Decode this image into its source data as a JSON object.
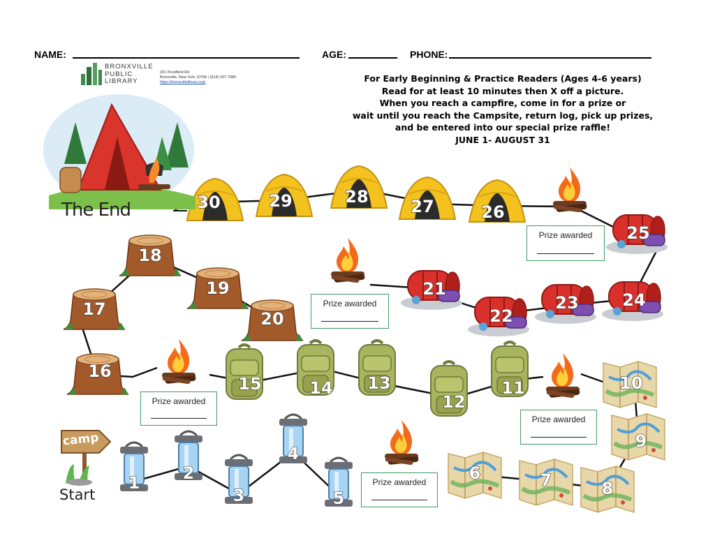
{
  "header": {
    "name_label": "NAME:",
    "age_label": "AGE:",
    "phone_label": "PHONE:"
  },
  "library": {
    "name_lines": [
      "BRONXVILLE",
      "PUBLIC",
      "LIBRARY"
    ],
    "address_line1": "201 Pondfield Rd.",
    "address_line2": "Bronxville, New York 10708 | (914) 337-7680",
    "url": "https://bronxvillelibrary.org/"
  },
  "instructions": [
    "For Early Beginning & Practice Readers (Ages 4-6 years)",
    "Read for at least 10 minutes then X off a picture.",
    "When you reach a campfire, come in for a prize or",
    "wait until you reach the Campsite, return log, pick up prizes,",
    "and be entered into our special prize raffle!",
    "JUNE 1- AUGUST 31"
  ],
  "prize_label": "Prize awarded",
  "start_label": "Start",
  "camp_sign": "camp",
  "end_label": "The End",
  "steps": [
    {
      "n": "1",
      "kind": "lantern"
    },
    {
      "n": "2",
      "kind": "lantern"
    },
    {
      "n": "3",
      "kind": "lantern"
    },
    {
      "n": "4",
      "kind": "lantern"
    },
    {
      "n": "5",
      "kind": "lantern"
    },
    {
      "n": "6",
      "kind": "map"
    },
    {
      "n": "7",
      "kind": "map"
    },
    {
      "n": "8",
      "kind": "map"
    },
    {
      "n": "9",
      "kind": "map"
    },
    {
      "n": "10",
      "kind": "map"
    },
    {
      "n": "11",
      "kind": "backpack"
    },
    {
      "n": "12",
      "kind": "backpack"
    },
    {
      "n": "13",
      "kind": "backpack"
    },
    {
      "n": "14",
      "kind": "backpack"
    },
    {
      "n": "15",
      "kind": "backpack"
    },
    {
      "n": "16",
      "kind": "stump"
    },
    {
      "n": "17",
      "kind": "stump"
    },
    {
      "n": "18",
      "kind": "stump"
    },
    {
      "n": "19",
      "kind": "stump"
    },
    {
      "n": "20",
      "kind": "stump"
    },
    {
      "n": "21",
      "kind": "sleepingbag"
    },
    {
      "n": "22",
      "kind": "sleepingbag"
    },
    {
      "n": "23",
      "kind": "sleepingbag"
    },
    {
      "n": "24",
      "kind": "sleepingbag"
    },
    {
      "n": "25",
      "kind": "sleepingbag"
    },
    {
      "n": "26",
      "kind": "tent"
    },
    {
      "n": "27",
      "kind": "tent"
    },
    {
      "n": "28",
      "kind": "tent"
    },
    {
      "n": "29",
      "kind": "tent"
    },
    {
      "n": "30",
      "kind": "tent"
    }
  ]
}
